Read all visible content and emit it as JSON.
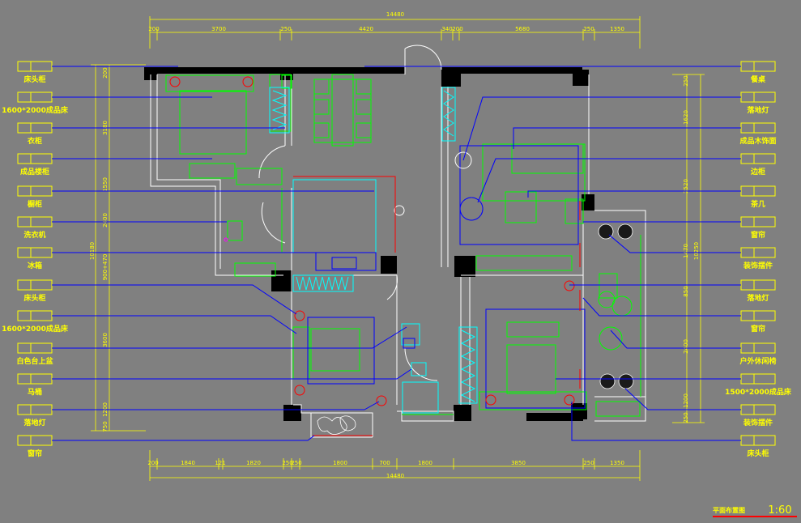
{
  "dimensions": {
    "top_total": "14480",
    "top_segments": [
      "200",
      "3700",
      "250",
      "4420",
      "340",
      "200",
      "5680",
      "250",
      "1350"
    ],
    "bottom_total": "14480",
    "bottom_segments": [
      "200",
      "1840",
      "121",
      "1820",
      "250",
      "250",
      "1800",
      "700",
      "1800",
      "3850",
      "250",
      "1350"
    ],
    "left_segments": [
      "200",
      "3180",
      "1550",
      "2400",
      "900+470",
      "3600",
      "1200",
      "750"
    ],
    "left_total": "10180",
    "right_segments": [
      "250",
      "1620",
      "2520",
      "1470",
      "850",
      "2400",
      "1200",
      "250"
    ],
    "right_total": "10250"
  },
  "labels_left": [
    "床头柜",
    "1600*2000成品床",
    "衣柜",
    "成品楼柜",
    "橱柜",
    "洗衣机",
    "冰箱",
    "床头柜",
    "1600*2000成品床",
    "白色台上盆",
    "马桶",
    "落地灯",
    "窗帘"
  ],
  "labels_right": [
    "餐桌",
    "落地灯",
    "成品木饰面",
    "边柜",
    "茶几",
    "窗帘",
    "装饰摆件",
    "落地灯",
    "窗帘",
    "户外休闲椅",
    "1500*2000成品床",
    "装饰摆件",
    "床头柜"
  ],
  "title_block": {
    "drawing_title": "平面布置图",
    "scale": "1:60"
  },
  "colors": {
    "background": "#808080",
    "label": "#ffff00",
    "leader": "#0000ff",
    "wall": "#000000",
    "furniture": "#00ff00",
    "scale_underline": "#ff0000"
  }
}
